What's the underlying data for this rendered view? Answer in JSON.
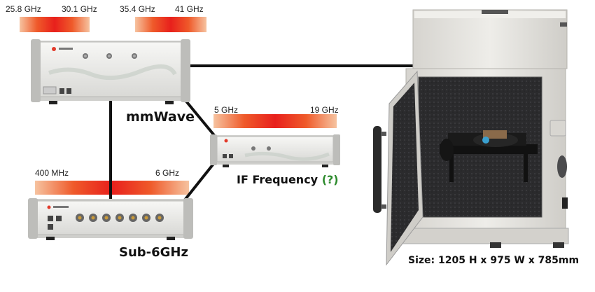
{
  "colors": {
    "band_core": "#e8201c",
    "band_edge": "#f6c3a0",
    "instrument_body": "#eeeeec",
    "instrument_panel": "#dcdcda",
    "connector_line": "#111111",
    "chamber_body": "#e4e2de",
    "chamber_foam": "#2d2d2f",
    "accent_green": "#2e8b2e"
  },
  "bands": {
    "mm_low": {
      "start": "25.8 GHz",
      "end": "30.1 GHz"
    },
    "mm_high": {
      "start": "35.4 GHz",
      "end": "41 GHz"
    },
    "if": {
      "start": "5 GHz",
      "end": "19 GHz"
    },
    "sub6": {
      "start": "400 MHz",
      "end": "6 GHz"
    }
  },
  "labels": {
    "mmwave": "mmWave",
    "if_frequency": "IF Frequency",
    "if_question": "(?)",
    "sub6": "Sub-6GHz",
    "size": "Size: 1205 H x 975 W x 785mm"
  },
  "icons": {
    "mmwave_unit": "rf-instrument-icon",
    "if_unit": "rf-instrument-icon",
    "sub6_unit": "rf-instrument-icon",
    "chamber": "shielded-test-chamber-icon"
  }
}
